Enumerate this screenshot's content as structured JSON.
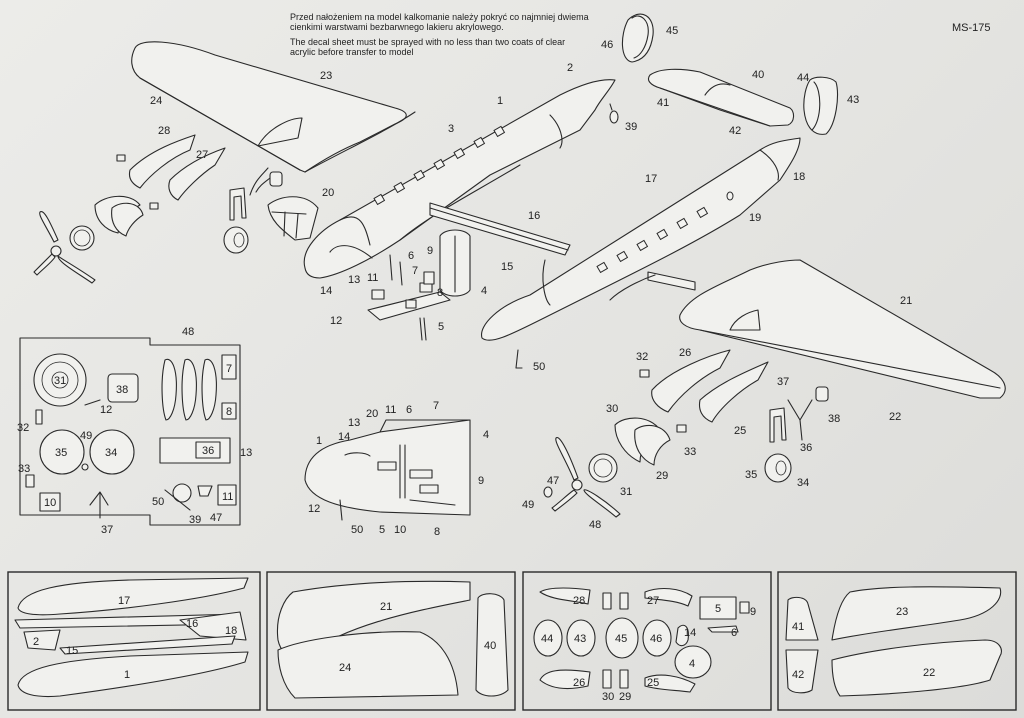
{
  "header": {
    "note_pl": "Przed nałożeniem na model kalkomanie należy pokryć co najmniej dwiema cienkimi warstwami bezbarwnego lakieru akrylowego.",
    "note_en": "The decal sheet must be sprayed with no less than two coats of clear acrylic before transfer to model",
    "code": "MS-175"
  },
  "labels": {
    "l1": "1",
    "l2": "2",
    "l3": "3",
    "l4": "4",
    "l5": "5",
    "l6": "6",
    "l7": "7",
    "l8": "8",
    "l9": "9",
    "l10": "10",
    "l11": "11",
    "l12": "12",
    "l13": "13",
    "l14": "14",
    "l15": "15",
    "l16": "16",
    "l17": "17",
    "l18": "18",
    "l19": "19",
    "l20": "20",
    "l21": "21",
    "l22": "22",
    "l23": "23",
    "l24": "24",
    "l25": "25",
    "l26": "26",
    "l27": "27",
    "l28": "28",
    "l29": "29",
    "l30": "30",
    "l31": "31",
    "l32": "32",
    "l33": "33",
    "l34": "34",
    "l35": "35",
    "l36": "36",
    "l37": "37",
    "l38": "38",
    "l39": "39",
    "l40": "40",
    "l41": "41",
    "l42": "42",
    "l43": "43",
    "l44": "44",
    "l45": "45",
    "l46": "46",
    "l47": "47",
    "l48": "48",
    "l49": "49",
    "l50": "50"
  }
}
